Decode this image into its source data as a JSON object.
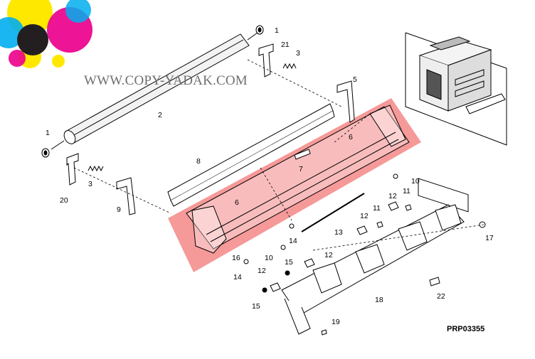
{
  "watermark": "WWW.COPY-YADAK.COM",
  "diagram_code": "PRP03355",
  "colors": {
    "highlight": "#f05a5a",
    "logo_yellow": "#ffe800",
    "logo_cyan": "#00aeef",
    "logo_magenta": "#ec008c",
    "logo_black": "#231f20"
  },
  "callouts": [
    {
      "id": "c1a",
      "text": "1"
    },
    {
      "id": "c21",
      "text": "21"
    },
    {
      "id": "c3a",
      "text": "3"
    },
    {
      "id": "c5",
      "text": "5"
    },
    {
      "id": "c2",
      "text": "2"
    },
    {
      "id": "c1b",
      "text": "1"
    },
    {
      "id": "c6a",
      "text": "6"
    },
    {
      "id": "c7",
      "text": "7"
    },
    {
      "id": "c8",
      "text": "8"
    },
    {
      "id": "c3b",
      "text": "3"
    },
    {
      "id": "c20",
      "text": "20"
    },
    {
      "id": "c9",
      "text": "9"
    },
    {
      "id": "c6b",
      "text": "6"
    },
    {
      "id": "c10a",
      "text": "10"
    },
    {
      "id": "c11a",
      "text": "11"
    },
    {
      "id": "c12a",
      "text": "12"
    },
    {
      "id": "c11b",
      "text": "11"
    },
    {
      "id": "c12b",
      "text": "12"
    },
    {
      "id": "c13",
      "text": "13"
    },
    {
      "id": "c14a",
      "text": "14"
    },
    {
      "id": "c17",
      "text": "17"
    },
    {
      "id": "c16",
      "text": "16"
    },
    {
      "id": "c10b",
      "text": "10"
    },
    {
      "id": "c12c",
      "text": "12"
    },
    {
      "id": "c14b",
      "text": "14"
    },
    {
      "id": "c15a",
      "text": "15"
    },
    {
      "id": "c12d",
      "text": "12"
    },
    {
      "id": "c18",
      "text": "18"
    },
    {
      "id": "c15b",
      "text": "15"
    },
    {
      "id": "c22",
      "text": "22"
    },
    {
      "id": "c19",
      "text": "19"
    }
  ]
}
